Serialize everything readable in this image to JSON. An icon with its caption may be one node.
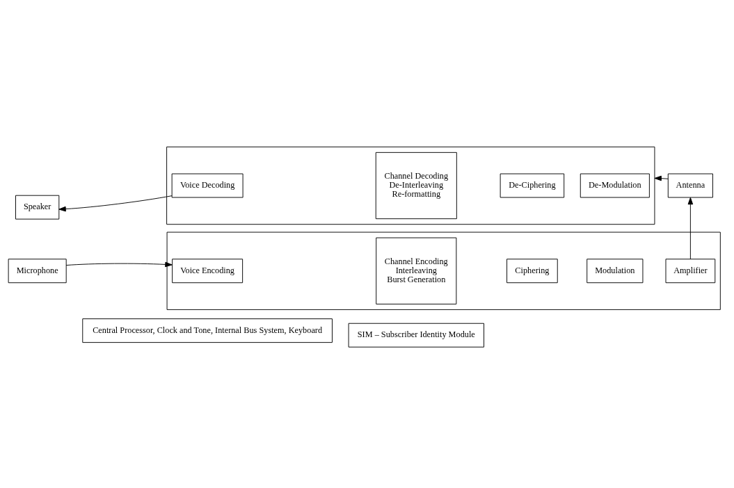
{
  "diagram": {
    "nodes": [
      {
        "text": [],
        "shape": "box"
      },
      {
        "text": [
          "Speaker"
        ]
      },
      {
        "text": [
          "Voice Decoding"
        ],
        "in": 0
      },
      {
        "text": [
          "Channel Decoding",
          "De-Interleaving",
          "Re-formatting"
        ],
        "in": 0
      },
      {
        "text": [
          "De-Ciphering"
        ],
        "in": 0
      },
      {
        "text": [
          "De-Modulation"
        ],
        "in": 0
      },
      {
        "text": [
          "Antenna"
        ]
      },
      {
        "text": [],
        "shape": "box"
      },
      {
        "text": [
          "Microphone"
        ]
      },
      {
        "text": [
          "Voice Encoding"
        ],
        "in": 7
      },
      {
        "text": [
          "Channel Encoding",
          "Interleaving",
          "Burst Generation"
        ],
        "in": 7
      },
      {
        "text": [
          "Ciphering"
        ],
        "in": 7
      },
      {
        "text": [
          "Modulation"
        ],
        "in": 7
      },
      {
        "text": [
          "Amplifier"
        ],
        "in": 7
      },
      {
        "text": [
          "Central Processor, Clock and Tone, Internal Bus System, Keyboard"
        ]
      },
      {
        "text": [
          "SIM – Subscriber Identity Module"
        ]
      }
    ],
    "edges": [
      {
        "from": 2,
        "to": 1,
        "arrow": "to"
      },
      {
        "from": 8,
        "to": 9,
        "arrow": "to"
      },
      {
        "from": 13,
        "to": 6,
        "arrow": "to"
      },
      {
        "from": 6,
        "to": 0,
        "arrow": "to"
      }
    ]
  }
}
